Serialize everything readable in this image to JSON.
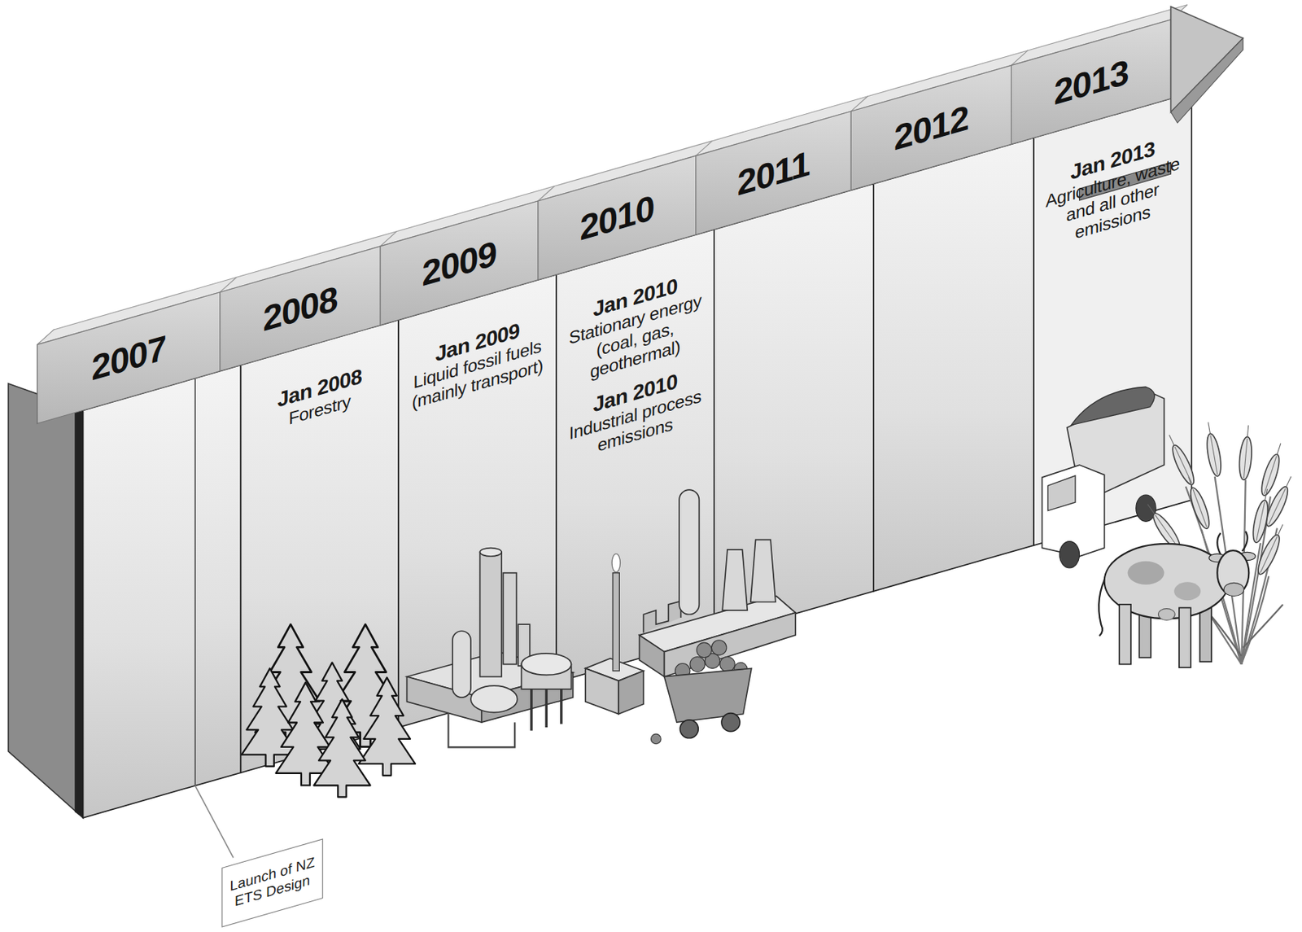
{
  "diagram": {
    "nodes": [
      {
        "text": [
          "2007"
        ]
      },
      {
        "text": [
          "2008"
        ]
      },
      {
        "text": [
          "2009"
        ]
      },
      {
        "text": [
          "2010"
        ]
      },
      {
        "text": [
          "2011"
        ]
      },
      {
        "text": [
          "2012"
        ]
      },
      {
        "text": [
          "2013"
        ]
      },
      {
        "text": [
          "Jan 2008",
          "Forestry"
        ]
      },
      {
        "text": [
          "Jan 2009",
          "Liquid fossil fuels (mainly transport)"
        ]
      },
      {
        "text": [
          "Jan 2010",
          "Stationary energy (coal, gas, geothermal)",
          "Jan 2010",
          "Industrial process emissions"
        ]
      },
      {
        "text": [
          "Jan 2013",
          "Agriculture, waste and all other emissions"
        ]
      },
      {
        "text": [
          "Launch of NZ ETS Design"
        ]
      }
    ]
  }
}
